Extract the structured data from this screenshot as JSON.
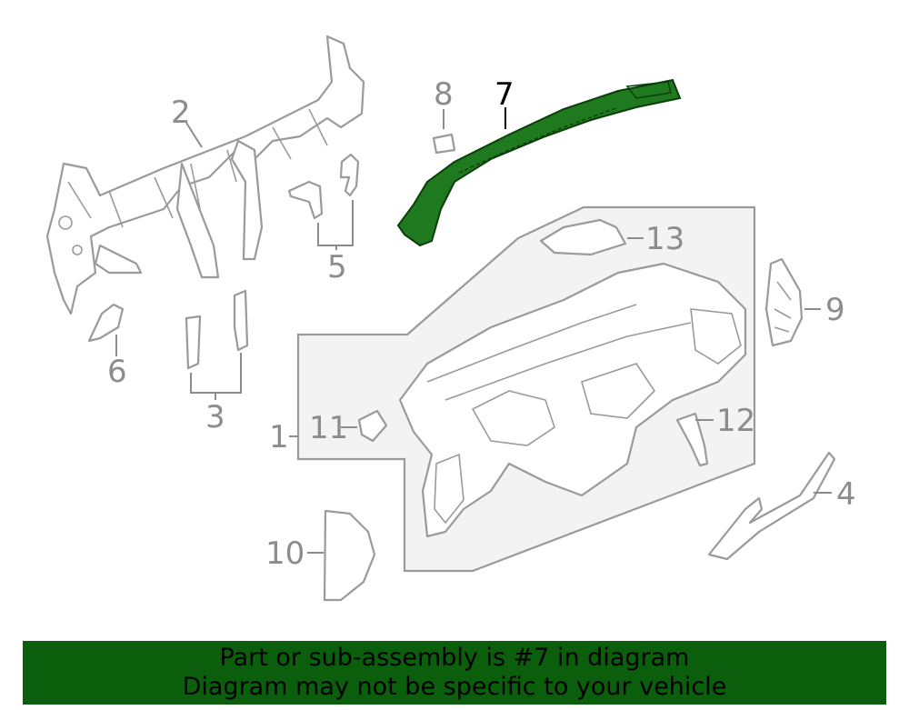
{
  "callouts": {
    "c1": "1",
    "c2": "2",
    "c3": "3",
    "c4": "4",
    "c5": "5",
    "c6": "6",
    "c7": "7",
    "c8": "8",
    "c9": "9",
    "c10": "10",
    "c11": "11",
    "c12": "12",
    "c13": "13"
  },
  "highlight_part": "7",
  "colors": {
    "highlight_fill": "#1f7a1f",
    "banner_bg": "#0b5e0b",
    "line": "#9a9a9a",
    "label": "#8c8c8c"
  },
  "banner": {
    "line1": "Part or sub-assembly is #7 in diagram",
    "line2": "Diagram may not be specific to your vehicle"
  }
}
